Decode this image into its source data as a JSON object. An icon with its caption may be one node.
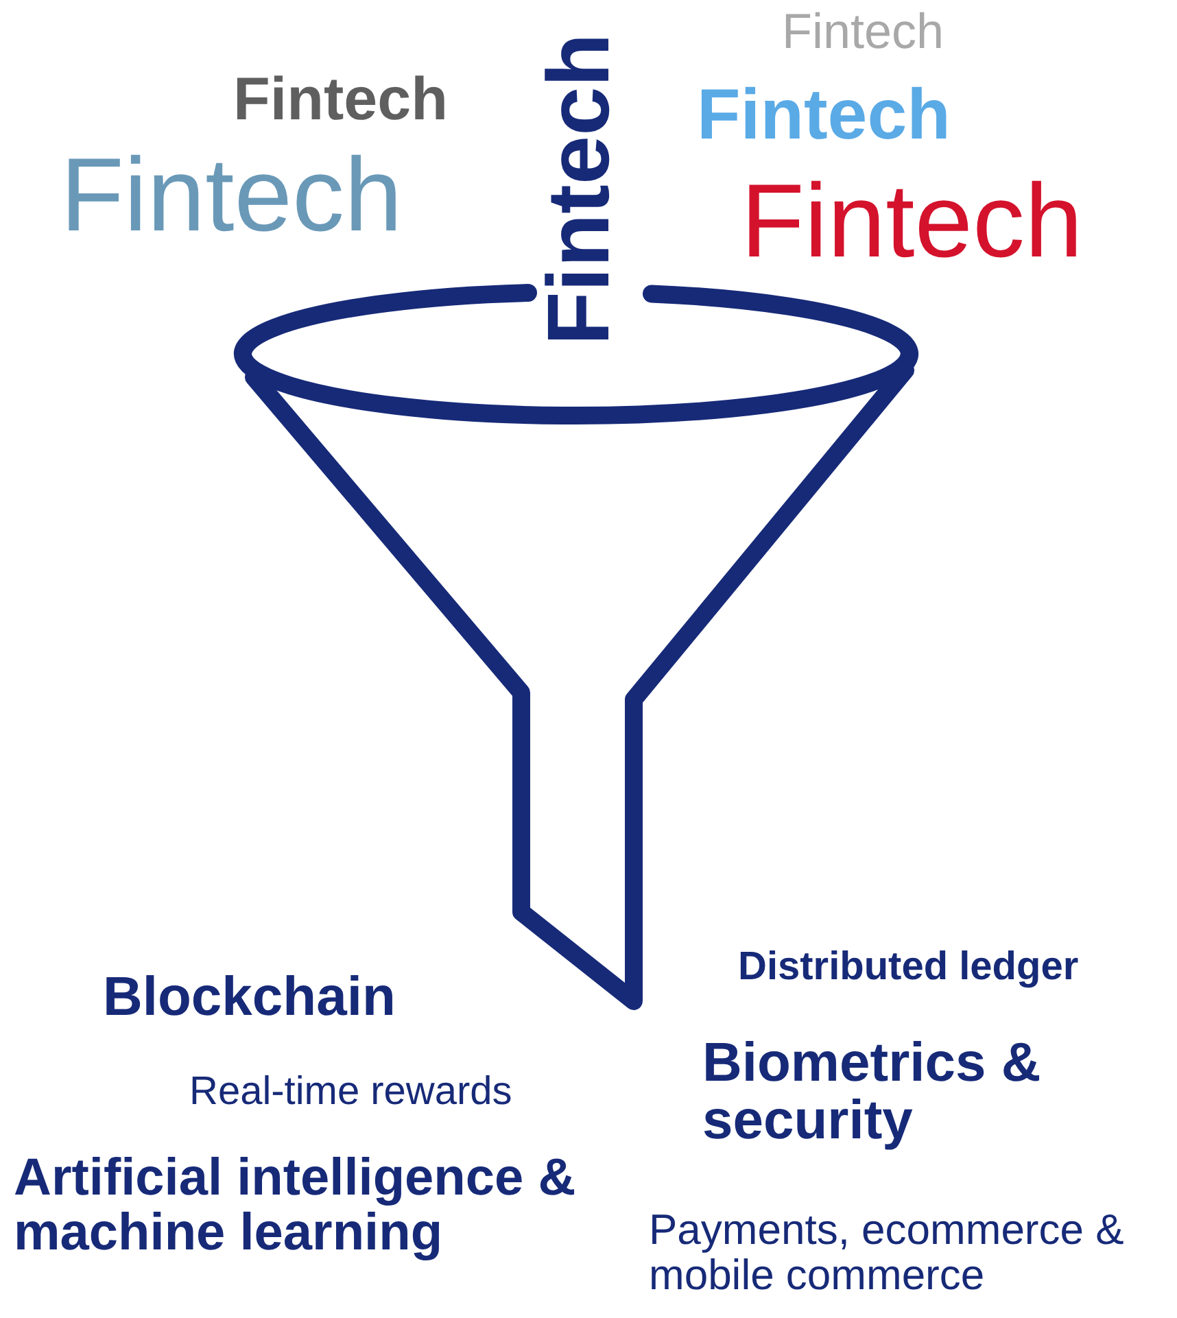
{
  "diagram": {
    "labels": [
      "Fintech",
      "Fintech",
      "Fintech",
      "Fintech",
      "Fintech",
      "Fintech",
      "Distributed ledger",
      "Blockchain",
      "Biometrics & security",
      "Real-time rewards",
      "Artificial intelligence & machine learning",
      "Payments, ecommerce & mobile commerce"
    ]
  }
}
